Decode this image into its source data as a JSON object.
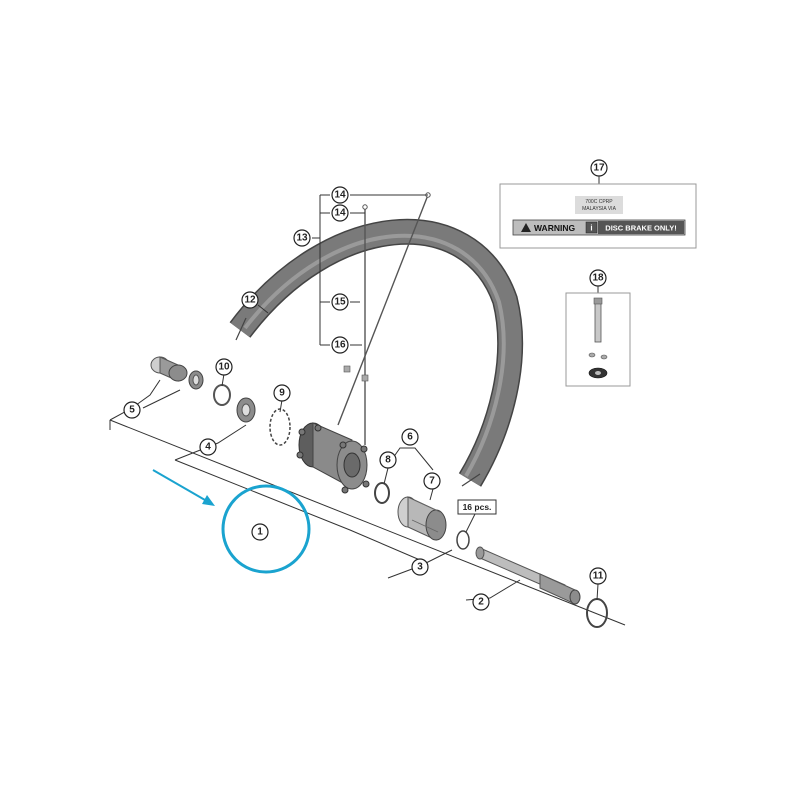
{
  "callouts": {
    "c1": "1",
    "c2": "2",
    "c3": "3",
    "c4": "4",
    "c5": "5",
    "c6": "6",
    "c7": "7",
    "c8": "8",
    "c9": "9",
    "c10": "10",
    "c11": "11",
    "c12": "12",
    "c13": "13",
    "c14a": "14",
    "c14b": "14",
    "c15": "15",
    "c16": "16",
    "c17": "17",
    "c18": "18"
  },
  "qty_label": "16 pcs.",
  "label_sticker": {
    "small_line1": "700C CPRP",
    "small_line2": "MALAYSIA  VIA",
    "warning": "WARNING",
    "info": "i",
    "disc": "DISC BRAKE ONLY!"
  },
  "colors": {
    "highlight": "#1aa3cf",
    "rim": "#7a7a7a",
    "line": "#333333"
  }
}
